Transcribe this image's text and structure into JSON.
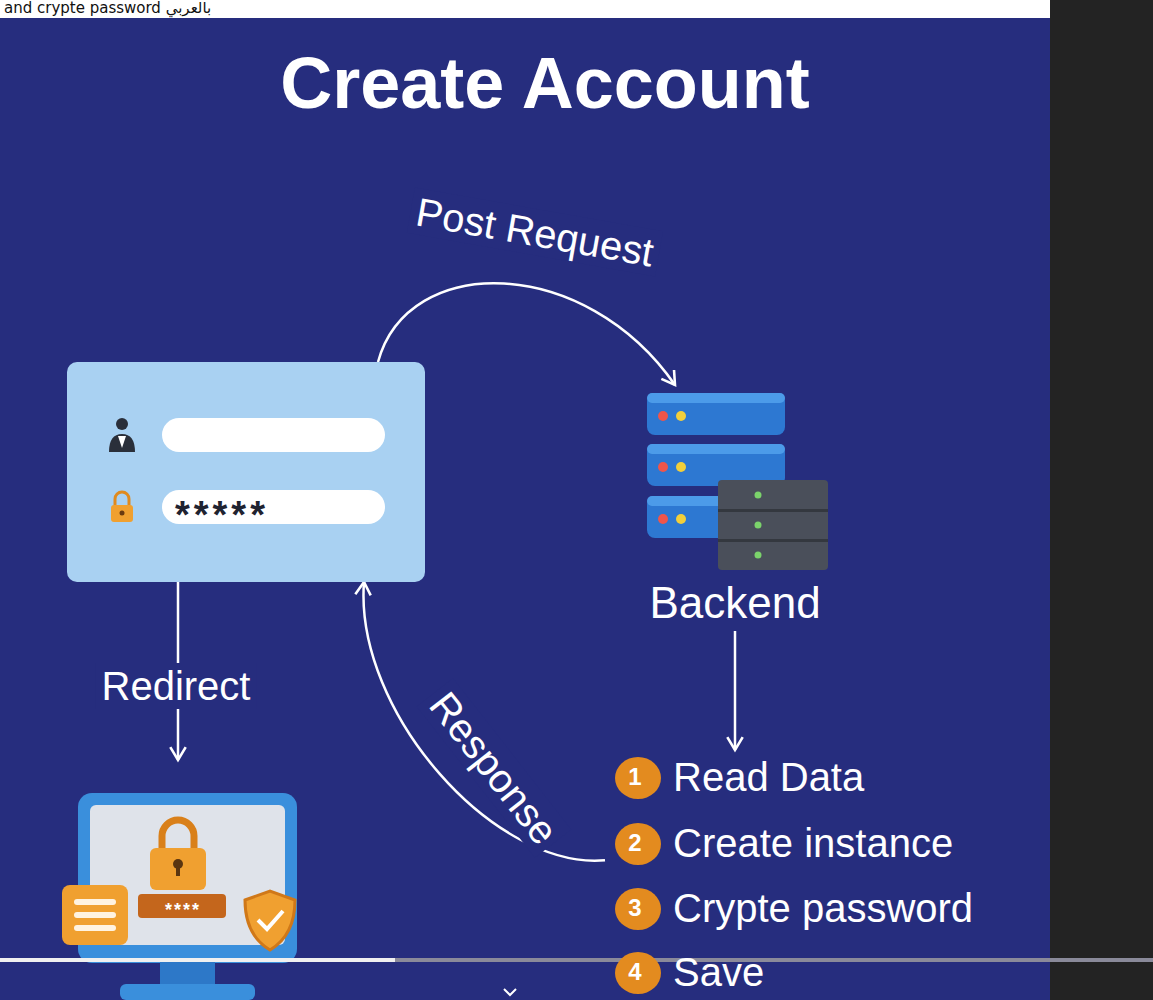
{
  "diagram": {
    "title": "Create Account",
    "nodes": [
      {
        "text": [
          "*****"
        ]
      },
      {
        "text": [
          "Backend"
        ]
      },
      {
        "text": [
          "****"
        ]
      },
      {
        "text": [
          "Read Data",
          "Create instance",
          "Crypte password",
          "Save"
        ]
      },
      {
        "text": [
          "1"
        ],
        "in": 3
      },
      {
        "text": [
          "2"
        ],
        "in": 3
      },
      {
        "text": [
          "3"
        ],
        "in": 3
      },
      {
        "text": [
          "4"
        ],
        "in": 3
      }
    ],
    "edges": [
      {
        "from": 0,
        "to": 1,
        "label": "Post Request",
        "arrow": "to"
      },
      {
        "from": 3,
        "to": 0,
        "label": "Response",
        "arrow": "to"
      },
      {
        "from": 0,
        "to": 2,
        "label": "Redirect",
        "arrow": "to"
      },
      {
        "from": 1,
        "to": 3,
        "arrow": "to"
      }
    ],
    "labels": [
      "and crypte password بالعربي"
    ]
  }
}
